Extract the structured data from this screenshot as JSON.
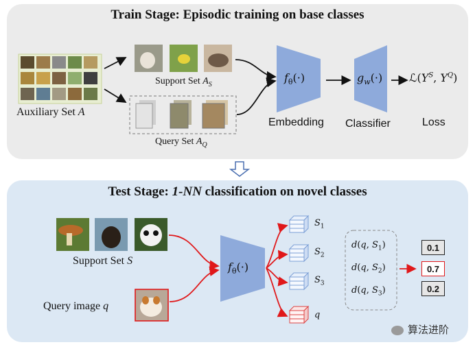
{
  "train": {
    "title": "Train Stage: Episodic training on base classes",
    "auxiliary_label": "Auxiliary Set A",
    "support_label": "Support Set A",
    "support_sub": "S",
    "query_label": "Query Set A",
    "query_sub": "Q",
    "encoder_text": "fθ(·)",
    "embedding_label": "Embedding",
    "classifier_text": "gw(·)",
    "classifier_label": "Classifier",
    "loss_text": "ℒ(Y^S, Y^Q)",
    "loss_label": "Loss"
  },
  "test": {
    "title": "Test Stage: 1-NN classification on novel classes",
    "support_label": "Support Set S",
    "query_label": "Query image q",
    "encoder_text": "fθ(·)",
    "embeddings": [
      "S1",
      "S2",
      "S3",
      "q"
    ],
    "distances": [
      "d(q,S1)",
      "d(q,S2)",
      "d(q,S3)"
    ],
    "scores": [
      "0.1",
      "0.7",
      "0.2"
    ]
  },
  "watermark": "算法进阶",
  "colors": {
    "panel_train": "#ebebeb",
    "panel_test": "#dce8f4",
    "trapezoid": "#8eaadb",
    "arrow_test": "#e0181a",
    "highlight": "#e0181a"
  }
}
